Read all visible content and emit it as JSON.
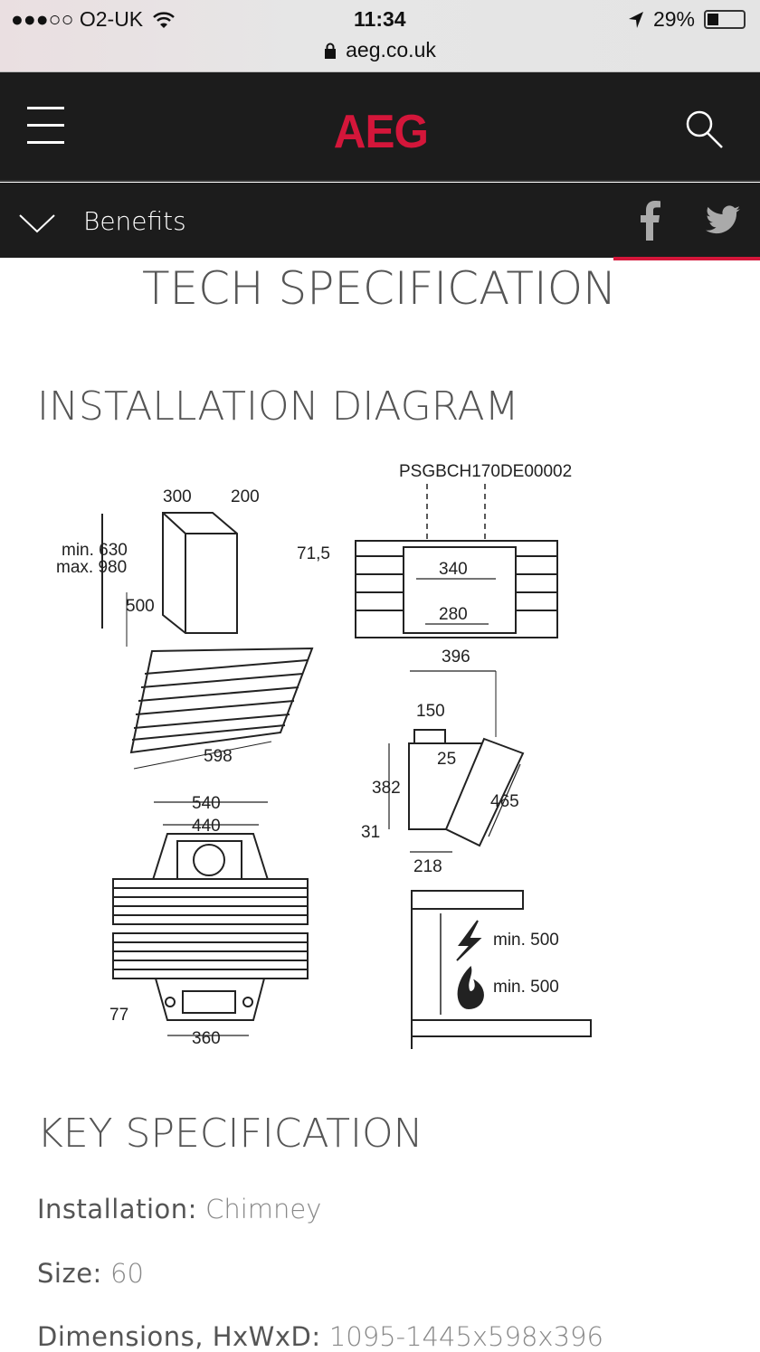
{
  "status_bar": {
    "carrier": "●●●○○ O2-UK",
    "time": "11:34",
    "battery": "29%",
    "url": "aeg.co.uk"
  },
  "header": {
    "logo": "AEG",
    "icons": [
      "menu-icon",
      "search-icon"
    ]
  },
  "subnav": {
    "label": "Benefits",
    "icons": [
      "chevron-down-icon",
      "facebook-icon",
      "twitter-icon"
    ]
  },
  "colors": {
    "brand": "#d4163a",
    "nav_bg": "#1c1c1c"
  },
  "page_title": "TECH SPECIFICATION",
  "installation": {
    "title": "INSTALLATION DIAGRAM",
    "labels": {
      "code": "PSGBCH170DE00002",
      "w300": "300",
      "w200": "200",
      "min630": "min. 630",
      "max980": "max. 980",
      "h500": "500",
      "w598": "598",
      "h715": "71,5",
      "w340": "340",
      "w280": "280",
      "d396": "396",
      "w150": "150",
      "h25": "25",
      "h382": "382",
      "l465": "465",
      "h31": "31",
      "d218": "218",
      "w540": "540",
      "w440": "440",
      "h77": "77",
      "w360": "360",
      "min500a": "min. 500",
      "min500b": "min. 500"
    }
  },
  "key_spec": {
    "title": "KEY SPECIFICATION",
    "items": [
      {
        "label": "Installation:",
        "value": "Chimney"
      },
      {
        "label": "Size:",
        "value": "60"
      },
      {
        "label": "Dimensions, HxWxD:",
        "value": "1095-1445x598x396"
      }
    ]
  }
}
